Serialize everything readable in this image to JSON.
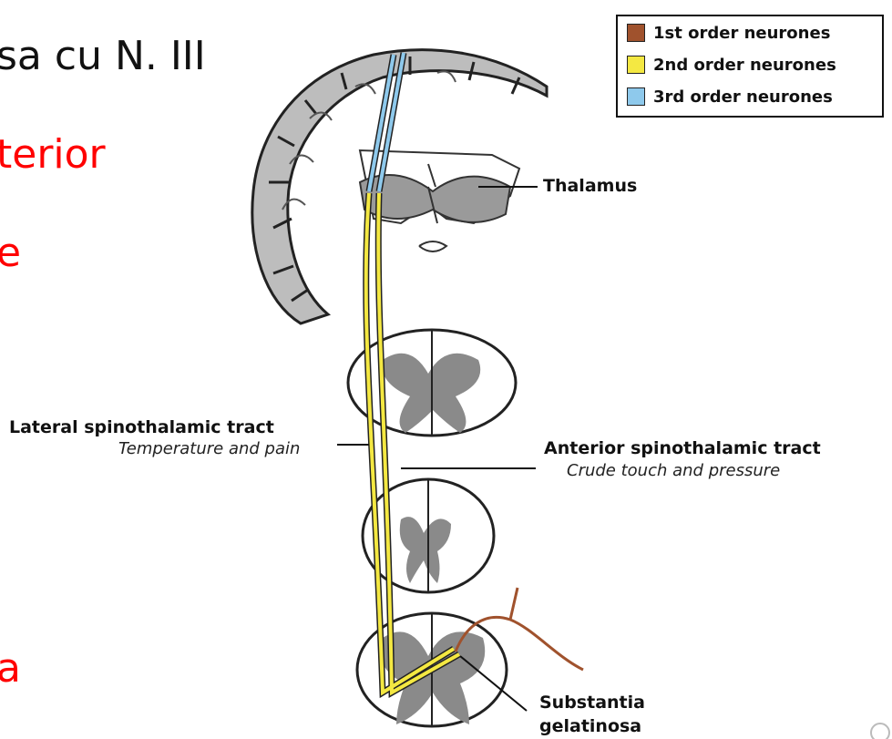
{
  "slide": {
    "line1": "sa cu N. III",
    "line2": "terior",
    "line3": "e",
    "line4": "a"
  },
  "legend": {
    "items": [
      {
        "label": "1st order neurones",
        "color": "#a0522d"
      },
      {
        "label": "2nd order neurones",
        "color": "#f4e842"
      },
      {
        "label": "3rd order neurones",
        "color": "#8ec9ec"
      }
    ]
  },
  "labels": {
    "thalamus": "Thalamus",
    "lateral_title": "Lateral spinothalamic tract",
    "lateral_sub": "Temperature and pain",
    "anterior_title": "Anterior spinothalamic tract",
    "anterior_sub": "Crude touch and pressure",
    "substantia_line1": "Substantia",
    "substantia_line2": "gelatinosa"
  },
  "colors": {
    "first_order": "#a0522d",
    "second_order": "#f4e842",
    "third_order": "#8ec9ec",
    "tissue_gray": "#8a8a8a",
    "slide_red": "#ff0000"
  }
}
